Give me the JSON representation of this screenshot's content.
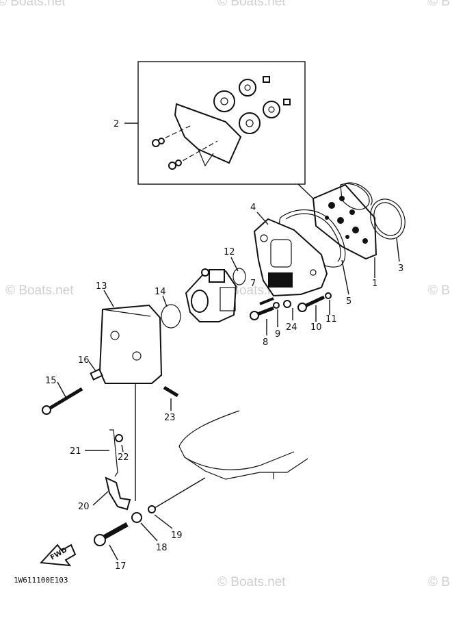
{
  "watermarks": {
    "top_left": "© Boats.net",
    "top_center": "© Boats.net",
    "top_right": "© B",
    "mid_left": "© Boats.net",
    "mid_center": "© Boats.net",
    "mid_right": "© B",
    "bottom_center": "© Boats.net",
    "bottom_right": "© B"
  },
  "diagram_code": "1W611100E103",
  "fwd_label": "FWD",
  "callouts": {
    "c1": "1",
    "c2": "2",
    "c3": "3",
    "c4": "4",
    "c5": "5",
    "c7": "7",
    "c8": "8",
    "c9": "9",
    "c10": "10",
    "c11": "11",
    "c12": "12",
    "c13": "13",
    "c14": "14",
    "c15": "15",
    "c16": "16",
    "c17": "17",
    "c18": "18",
    "c19": "19",
    "c20": "20",
    "c21": "21",
    "c22": "22",
    "c23": "23",
    "c24": "24"
  }
}
